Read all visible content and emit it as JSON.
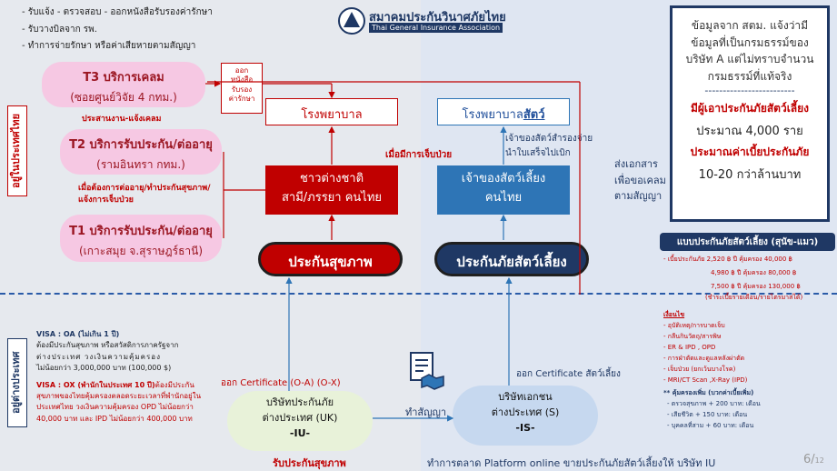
{
  "top_left_notes": [
    "- รับแจ้ง - ตรวจสอบ - ออกหนังสือรับรองค่ารักษา",
    "- รับวางบิลจาก รพ.",
    "- ทำการจ่ายรักษา หรือค่าเสียหายตามสัญญา"
  ],
  "logo": {
    "thai": "สมาคมประกันวินาศภัยไทย",
    "eng": "Thai General Insurance Association"
  },
  "info_box": {
    "lines": [
      "ข้อมูลจาก สตม. แจ้งว่ามี",
      "ข้อมูลที่เป็นกรมธรรม์ของ",
      "บริษัท A แต่ไม่ทราบจำนวน",
      "กรมธรรม์ที่แท้จริง"
    ],
    "divider": "-------------------------",
    "highlight1": "มีผู้เอาประกันภัยสัตว์เลี้ยง",
    "line5": "ประมาณ 4,000 ราย",
    "highlight2": "ประมาณค่าเบี้ยประกันภัย",
    "line6": "10-20 กว่าล้านบาท"
  },
  "left_vertical": "อยู่ในประเทศไทย",
  "left_vertical2": "อยู่ต่างประเทศ",
  "t3": {
    "title": "T3 บริการเคลม",
    "sub": "(ซอยศูนย์วิจัย 4 กทม.)"
  },
  "t2": {
    "title": "T2 บริการรับประกัน/ต่ออายุ",
    "sub": "(รามอินทรา กทม.)"
  },
  "t1": {
    "title": "T1 บริการรับประกัน/ต่ออายุ",
    "sub": "(เกาะสมุย จ.สุราษฎร์ธานี)"
  },
  "note_coord": "ประสานงาน-แจ้งเคลม",
  "note_renew": "เมื่อต้องการต่ออายุ/ทำประกันสุขภาพ/",
  "note_renew2": "แจ้งการเจ็บป่วย",
  "doc_note": [
    "ออก",
    "หนังสือ",
    "รับรอง",
    "ค่ารักษา"
  ],
  "hospital": "โรงพยาบาล",
  "vet": {
    "prefix": "โรงพยาบาล",
    "under": "สัตว์"
  },
  "when_sick": "เมื่อมีการเจ็บป่วย",
  "owner_note": [
    "เจ้าของสัตว์สำรองจ่าย",
    "นำใบเสร็จไปเบิก"
  ],
  "foreigner": [
    "ชาวต่างชาติ",
    "สามี/ภรรยา คนไทย"
  ],
  "pet_owner": [
    "เจ้าของสัตว์เลี้ยง",
    "คนไทย"
  ],
  "send_docs": [
    "ส่งเอกสาร",
    "เพื่อขอเคลม",
    "ตามสัญญา"
  ],
  "health": "ประกันสุขภาพ",
  "pet_ins": "ประกันภัยสัตว์เลี้ยง",
  "plan": {
    "header": "แบบประกันภัยสัตว์เลี้ยง (สุนัข-แมว)",
    "rows": [
      "- เบี้ยประกันภัย 2,520 ฿ ปี  คุ้มครอง 40,000  ฿",
      "4,980 ฿ ปี  คุ้มครอง 80,000  ฿",
      "7,500 ฿ ปี  คุ้มครอง 130,000 ฿",
      "(ชำระเบี้ยรายเดือน/รายไตรมาสได้)"
    ],
    "cond_title": "เงื่อนไข",
    "conds": [
      "- อุบัติเหตุ/การบาดเจ็บ",
      "- กลืนกินวัตถุ/สารพิษ",
      "- ER & IPD , OPD",
      "- การฝ่าตัดและดูแลหลังผ่าตัด",
      "- เจ็บป่วย (ยกเว้นบางโรค)",
      "- MRI/CT Scan ,X-Ray (IPD)"
    ],
    "extra_title": "** คุ้มครองเพิ่ม (บวกค่าเบี้ยเพิ่ม)",
    "extras": [
      "- ตรวจสุขภาพ      + 200 บาท: เดือน",
      "- เสียชีวิต             + 150 บาท: เดือน",
      "- บุคคลที่สาม        + 60 บาท: เดือน"
    ]
  },
  "visa": {
    "oa_title": "VISA : OA (ไม่เกิน 1 ปี)",
    "oa_body": [
      "ต้องมีประกันสุขภาพ หรือสวัสดิการภาครัฐจาก",
      "ต่างประเทศ วงเงินความคุ้มครอง",
      "ไม่น้อยกว่า 3,000,000 บาท (100,000 $)"
    ],
    "ox_title": "VISA : OX (พำนักในประเทศ 10 ปี)",
    "ox_body": [
      "ต้องมีประกัน",
      "สุขภาพของไทยคุ้มครองตลอดระยะเวลาที่พำนักอยู่ใน",
      "ประเทศไทย วงเงินความคุ้มครอง OPD ไม่น้อยกว่า",
      "40,000 บาท และ IPD ไม่น้อยกว่า 400,000 บาท"
    ]
  },
  "cert_left": "ออก Certificate (O-A) (O-X)",
  "cert_right": "ออก Certificate สัตว์เลี้ยง",
  "contract": "ทำสัญญา",
  "uk": {
    "l1": "บริษัทประกันภัย",
    "l2": "ต่างประเทศ (UK)",
    "l3": "-IU-"
  },
  "s": {
    "l1": "บริษัทเอกชน",
    "l2": "ต่างประเทศ (S)",
    "l3": "-IS-"
  },
  "recv_health": "รับประกันสุขภาพ",
  "bottom_note": "ทำการตลาด Platform online ขายประกันภัยสัตว์เลี้ยงให้ บริษัท IU",
  "page_num": "6/",
  "page_num2": "12",
  "colors": {
    "red": "#c00000",
    "navy": "#1f3864",
    "pink": "#f6c8e3",
    "blue": "#2e75b6"
  }
}
